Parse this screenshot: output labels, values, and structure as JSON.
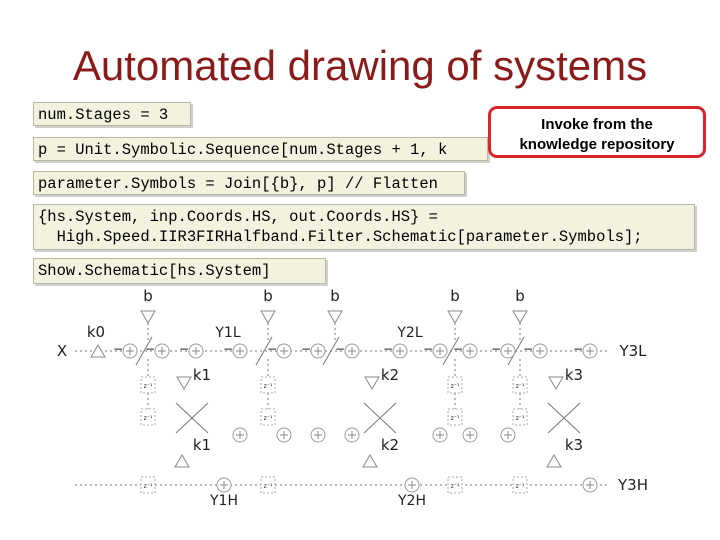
{
  "title": "Automated drawing of systems",
  "code": {
    "line1": "num.Stages = 3",
    "line2": "p = Unit.Symbolic.Sequence[num.Stages + 1, k",
    "line3": "parameter.Symbols = Join[{b}, p] // Flatten",
    "line4a": "{hs.System, inp.Coords.HS, out.Coords.HS} =",
    "line4b": "  High.Speed.IIR3FIRHalfband.Filter.Schematic[parameter.Symbols];",
    "line5": "Show.Schematic[hs.System]"
  },
  "callout": {
    "line1": "Invoke from the",
    "line2": "knowledge repository"
  },
  "schematic": {
    "input": "X",
    "outputs": [
      "Y3L",
      "Y3H"
    ],
    "b_label": "b",
    "top_gains": [
      "k0",
      "k1",
      "k2",
      "k3"
    ],
    "bottom_gains": [
      "k1",
      "k2",
      "k3"
    ],
    "low_taps": [
      "Y1L",
      "Y2L"
    ],
    "high_taps": [
      "Y1H",
      "Y2H"
    ],
    "delay": "z⁻¹",
    "minus": "−"
  }
}
